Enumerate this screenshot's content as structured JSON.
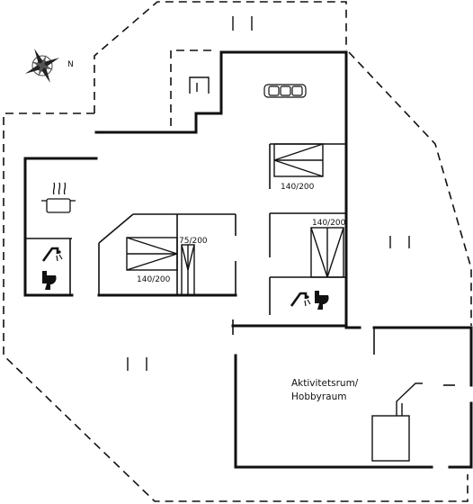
{
  "colors": {
    "ink": "#111111",
    "paper": "#ffffff",
    "compass_gray": "#444444"
  },
  "compass": {
    "north_label": "N",
    "icon": "compass-rose-icon"
  },
  "rooms": {
    "hobby_label_line1": "Aktivitetsrum/",
    "hobby_label_line2": "Hobbyraum"
  },
  "beds": [
    {
      "label": "140/200"
    },
    {
      "label": "140/200"
    },
    {
      "label": "75/200"
    },
    {
      "label": "140/200"
    }
  ],
  "icons": {
    "sofa": "sofa-icon",
    "kitchen": "cooking-pot-icon",
    "shower": "shower-icon",
    "toilet": "toilet-icon",
    "stove": "wood-stove-icon"
  }
}
